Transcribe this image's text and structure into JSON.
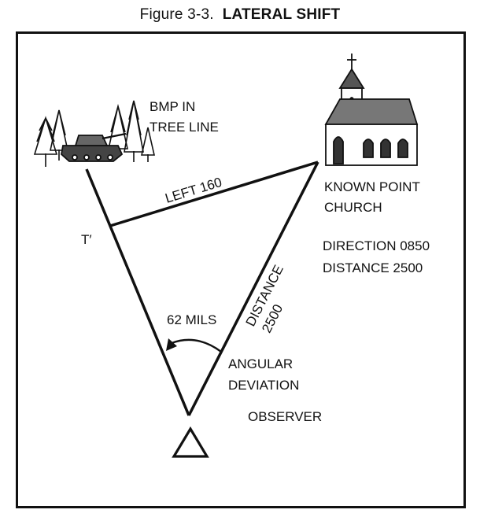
{
  "figure": {
    "number": "Figure 3-3.",
    "title": "LATERAL SHIFT"
  },
  "labels": {
    "target": [
      "BMP IN",
      "TREE LINE"
    ],
    "known_point": [
      "KNOWN POINT",
      "CHURCH"
    ],
    "known_point_data": [
      "DIRECTION 0850",
      "DISTANCE 2500"
    ],
    "shift": "LEFT 160",
    "t_prime": "T′",
    "distance_side": [
      "DISTANCE",
      "2500"
    ],
    "angle": "62 MILS",
    "angular_deviation": [
      "ANGULAR",
      "DEVIATION"
    ],
    "observer": "OBSERVER"
  },
  "icons": [
    "tree-icon",
    "tank-icon",
    "church-icon",
    "observer-triangle-icon",
    "arrowhead-icon"
  ]
}
